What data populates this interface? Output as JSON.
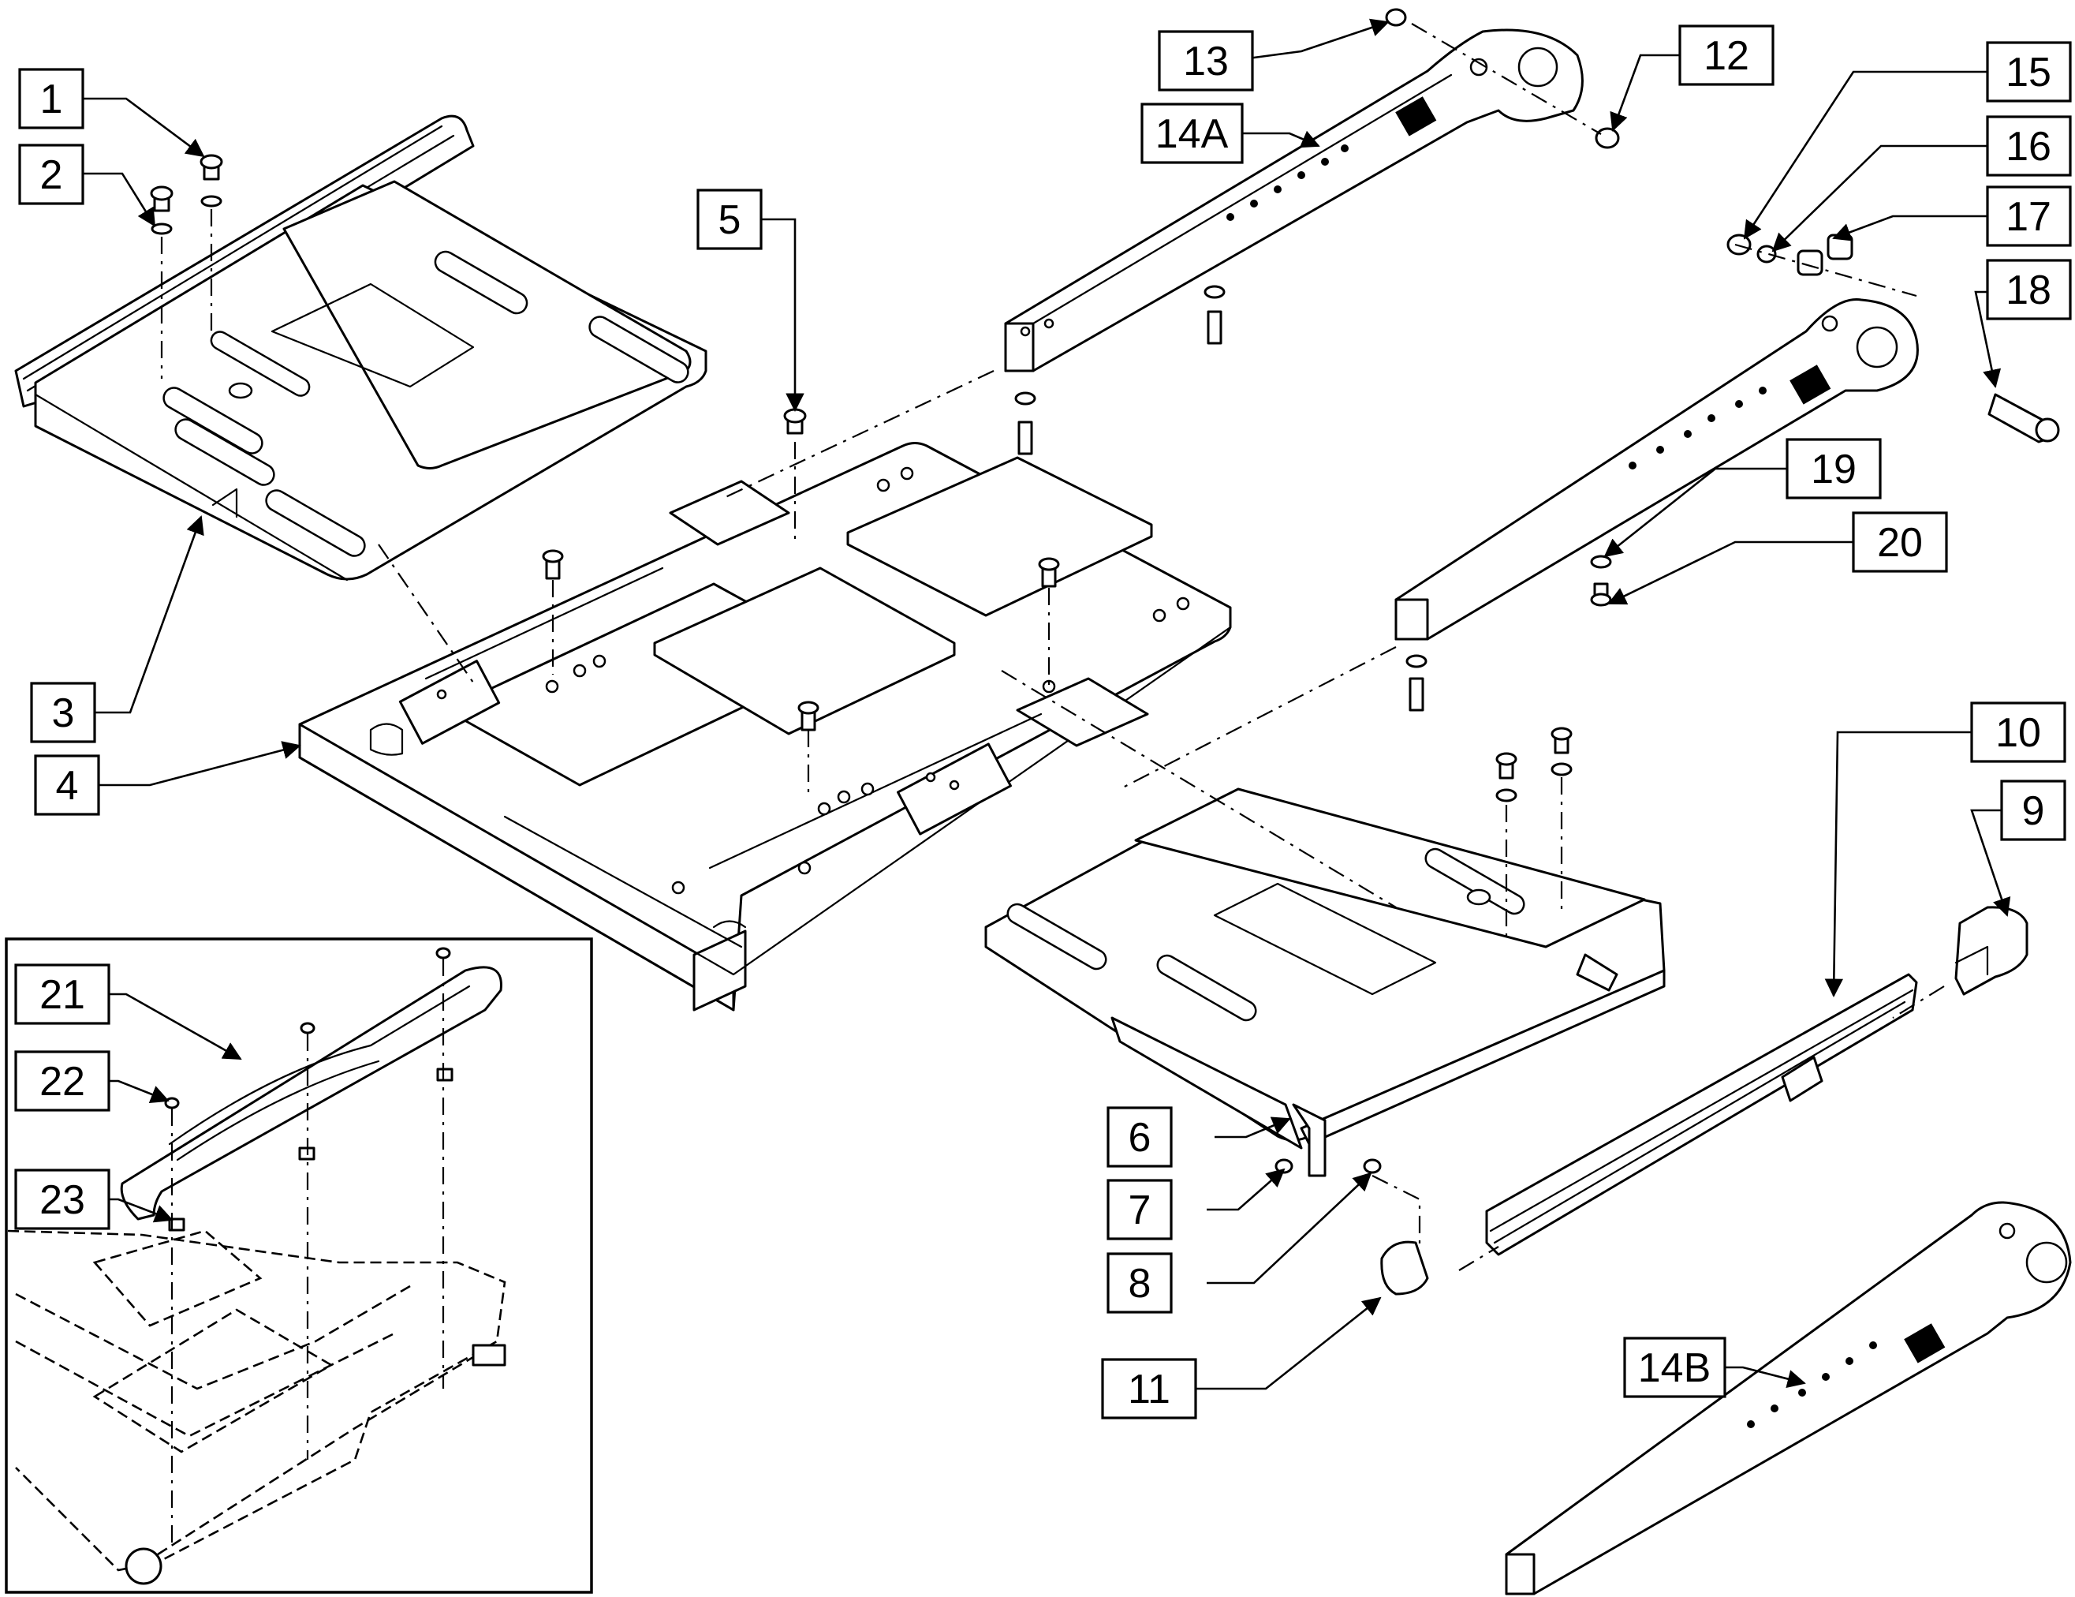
{
  "callouts": [
    {
      "id": "c1",
      "text": "1"
    },
    {
      "id": "c2",
      "text": "2"
    },
    {
      "id": "c3",
      "text": "3"
    },
    {
      "id": "c4",
      "text": "4"
    },
    {
      "id": "c5",
      "text": "5"
    },
    {
      "id": "c6",
      "text": "6"
    },
    {
      "id": "c7",
      "text": "7"
    },
    {
      "id": "c8",
      "text": "8"
    },
    {
      "id": "c9",
      "text": "9"
    },
    {
      "id": "c10",
      "text": "10"
    },
    {
      "id": "c11",
      "text": "11"
    },
    {
      "id": "c12",
      "text": "12"
    },
    {
      "id": "c13",
      "text": "13"
    },
    {
      "id": "c14A",
      "text": "14A"
    },
    {
      "id": "c14B",
      "text": "14B"
    },
    {
      "id": "c15",
      "text": "15"
    },
    {
      "id": "c16",
      "text": "16"
    },
    {
      "id": "c17",
      "text": "17"
    },
    {
      "id": "c18",
      "text": "18"
    },
    {
      "id": "c19",
      "text": "19"
    },
    {
      "id": "c20",
      "text": "20"
    },
    {
      "id": "c21",
      "text": "21"
    },
    {
      "id": "c22",
      "text": "22"
    },
    {
      "id": "c23",
      "text": "23"
    }
  ]
}
